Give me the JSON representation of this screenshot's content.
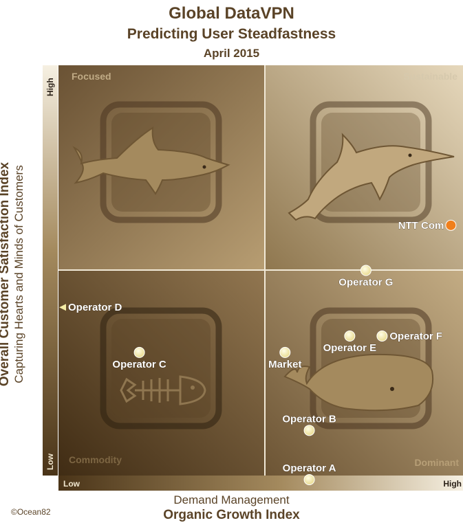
{
  "header": {
    "title": "Global DataVPN",
    "subtitle": "Predicting User Steadfastness",
    "date": "April 2015"
  },
  "chart_data": {
    "type": "scatter",
    "title": "Global DataVPN",
    "xlabel": "Demand Management",
    "xlabel_main": "Organic Growth Index",
    "ylabel": "Capturing Hearts and Minds of Customers",
    "ylabel_main": "Overall Customer  Satisfaction  Index",
    "x_ticks": [
      "Low",
      "High"
    ],
    "y_ticks": [
      "Low",
      "High"
    ],
    "xlim": [
      0,
      10
    ],
    "ylim": [
      0,
      10
    ],
    "quadrants": {
      "top_left": "Focused",
      "top_right": "Sustainable",
      "bottom_left": "Commodity",
      "bottom_right": "Dominant"
    },
    "quadrant_icons": [
      "shark-icon",
      "dolphin-icon",
      "fish-skeleton-icon",
      "whale-icon"
    ],
    "points": [
      {
        "label": "NTT Com",
        "x": 9.7,
        "y": 6.1,
        "color": "#f07f1c",
        "label_side": "left"
      },
      {
        "label": "Operator G",
        "x": 7.6,
        "y": 5.0,
        "color": "#f4eca6",
        "label_side": "below"
      },
      {
        "label": "Operator F",
        "x": 8.0,
        "y": 3.4,
        "color": "#f4eca6",
        "label_side": "right"
      },
      {
        "label": "Operator E",
        "x": 7.2,
        "y": 3.4,
        "color": "#f4eca6",
        "label_side": "below"
      },
      {
        "label": "Market",
        "x": 5.6,
        "y": 3.0,
        "color": "#f4eca6",
        "label_side": "below"
      },
      {
        "label": "Operator C",
        "x": 2.0,
        "y": 3.0,
        "color": "#f4eca6",
        "label_side": "below"
      },
      {
        "label": "Operator B",
        "x": 6.2,
        "y": 1.1,
        "color": "#f4eca6",
        "label_side": "above"
      },
      {
        "label": "Operator A",
        "x": 6.2,
        "y": -0.1,
        "color": "#f4eca6",
        "label_side": "above"
      },
      {
        "label": "Operator D",
        "x": 0.0,
        "y": 4.1,
        "color": "#f4eca6",
        "label_side": "right",
        "marker": "arrow"
      }
    ],
    "grid": false,
    "legend": "none"
  },
  "footer": {
    "copyright": "©Ocean82"
  },
  "colors": {
    "text": "#5a4327",
    "point": "#f4eca6",
    "highlight": "#f07f1c",
    "quadrant_label": "#e8dcc0"
  }
}
